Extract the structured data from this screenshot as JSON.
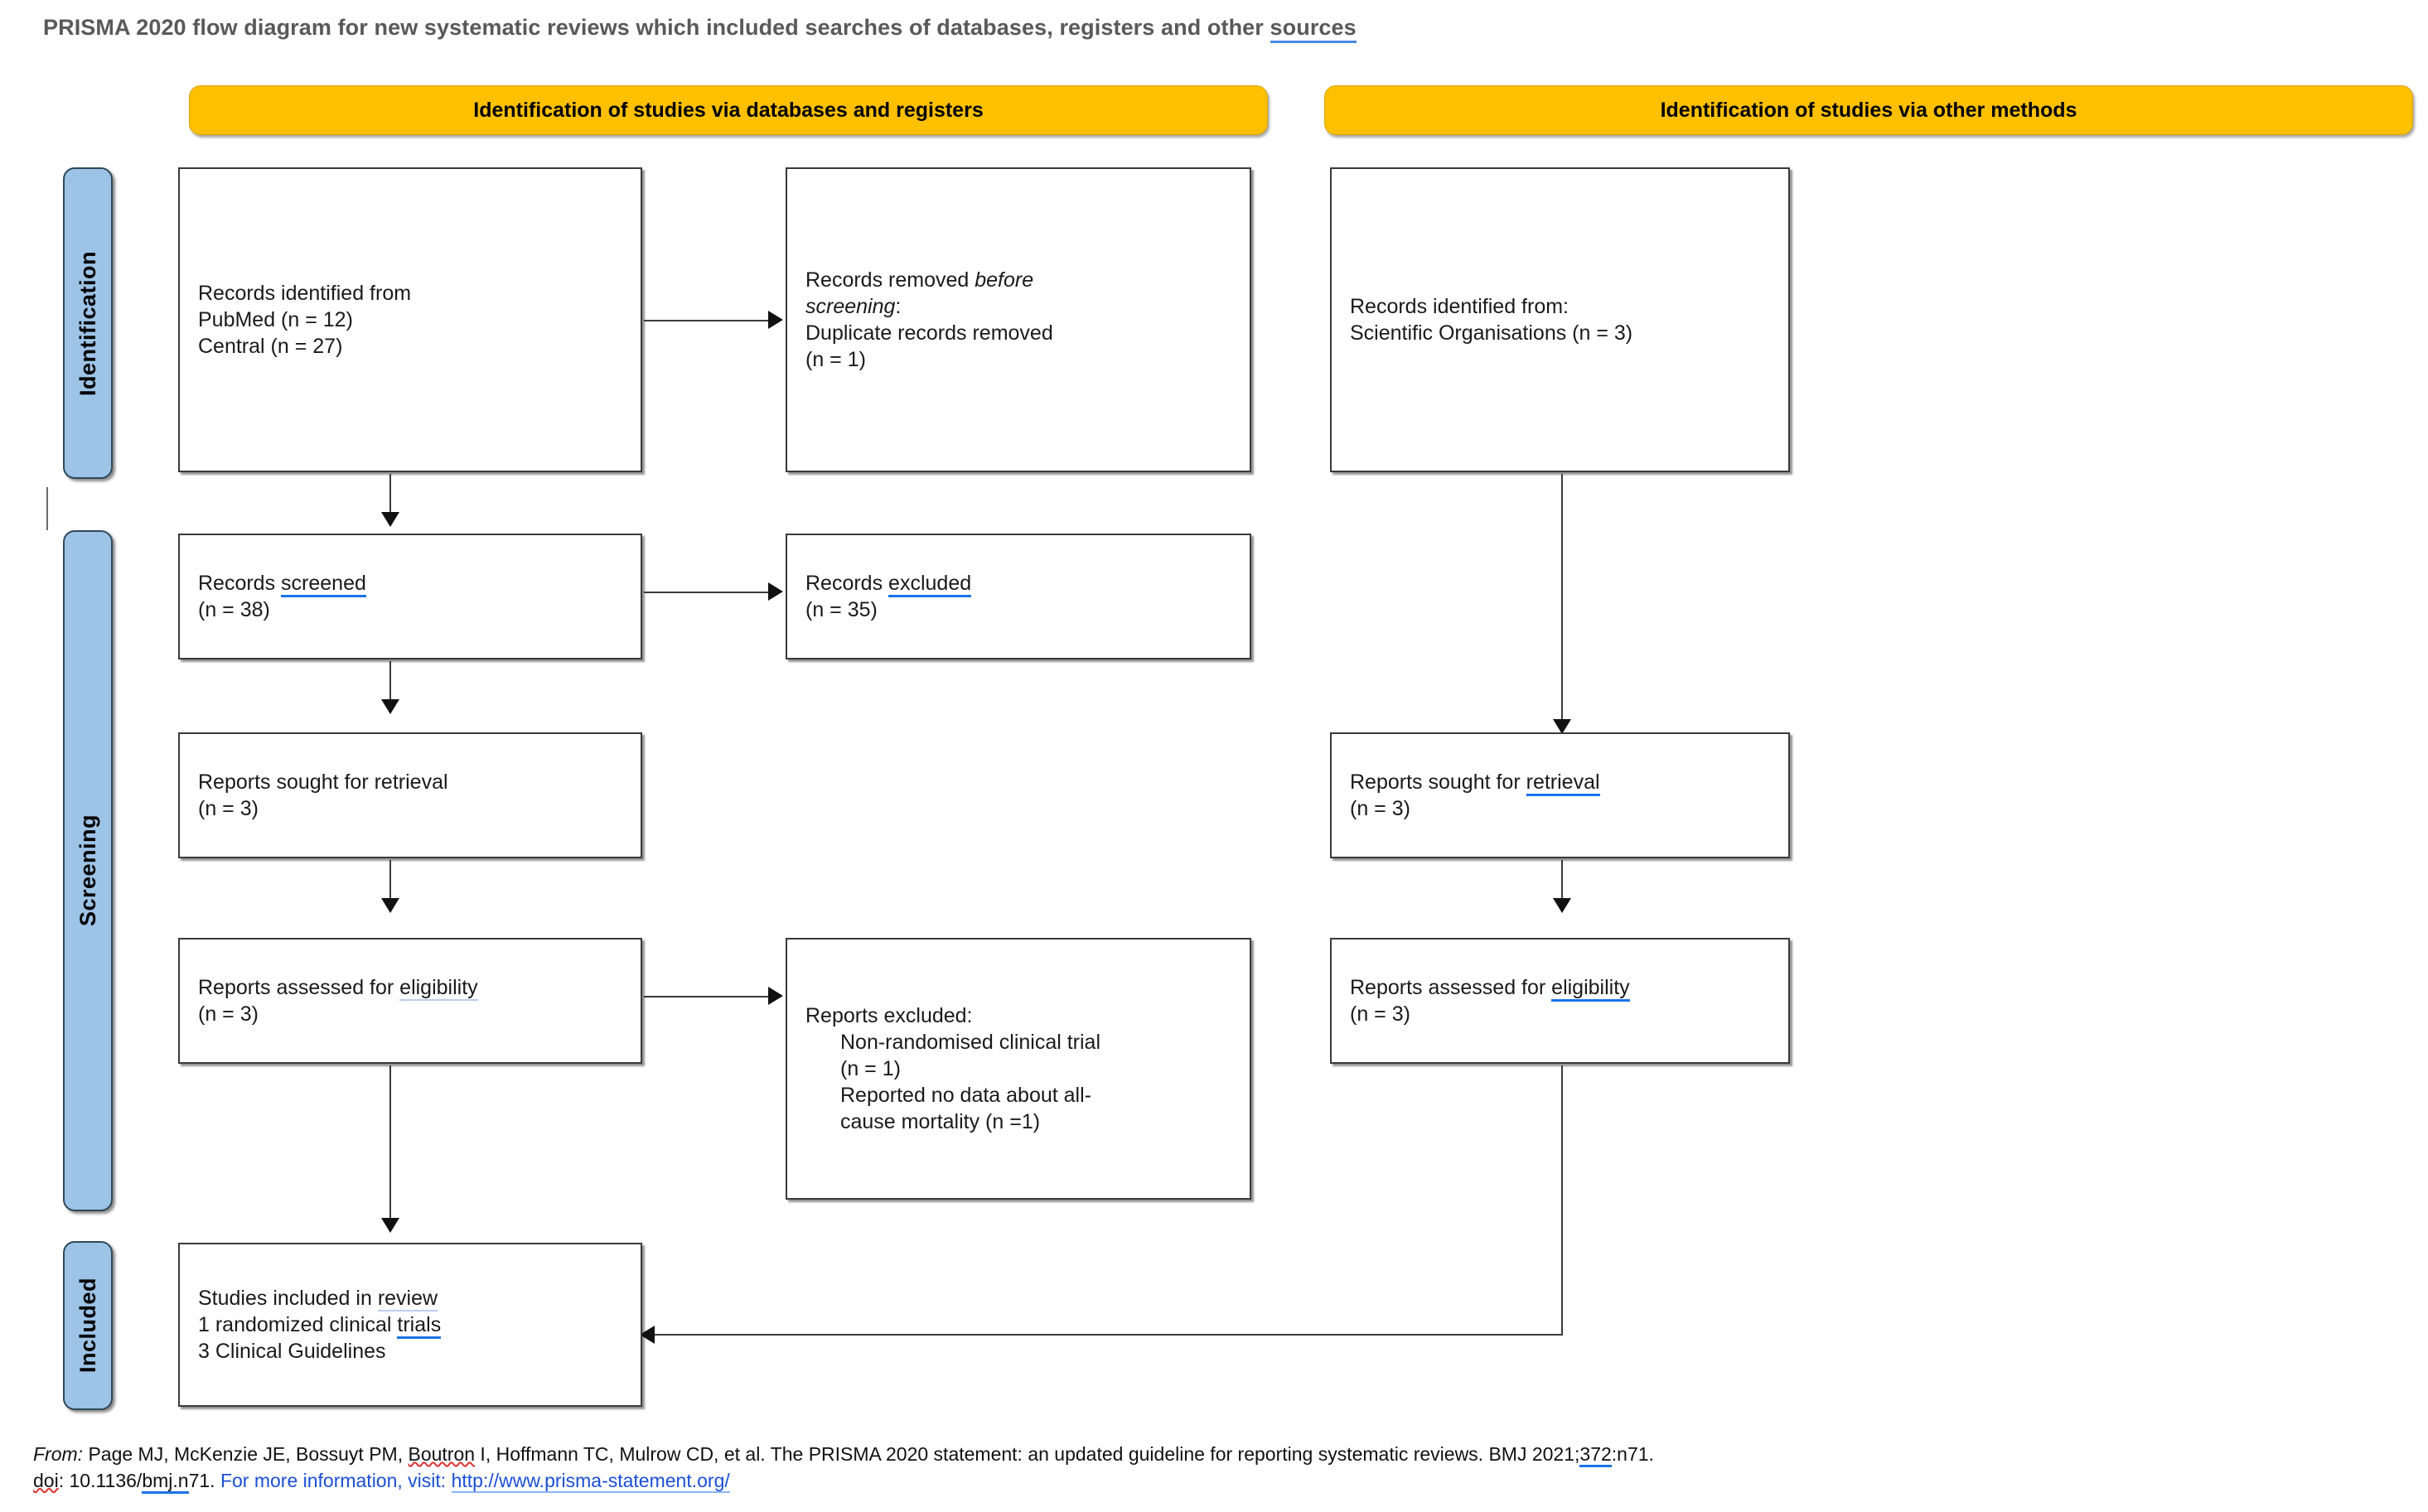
{
  "title": {
    "text_before": "PRISMA 2020 flow diagram for new systematic reviews which included searches of databases, registers and other ",
    "flagged_word": "sources"
  },
  "banners": {
    "left": "Identification of studies via databases and registers",
    "right": "Identification of studies via other methods"
  },
  "rails": [
    {
      "label": "Identification"
    },
    {
      "label": "Screening"
    },
    {
      "label": "Included"
    }
  ],
  "colors": {
    "banner_fill": "#ffc000",
    "rail_fill": "#9dc3e6",
    "box_border": "#3a3a3a",
    "spellcheck_underline": "#1a73e8",
    "link": "#1a4fd6",
    "title_text": "#595959"
  },
  "nodes": {
    "records_identified": {
      "line1": "Records identified from",
      "line2": "PubMed (n = 12)",
      "line3": "Central (n = 27)"
    },
    "records_removed": {
      "line1_plain": "Records removed ",
      "line1_ital": "before",
      "line2_ital": "screening",
      "line2_plain": ":",
      "line3": "Duplicate records removed",
      "line4": "(n = 1)"
    },
    "other_identified": {
      "line1": "Records identified from:",
      "line2": "Scientific Organisations (n = 3)"
    },
    "records_screened": {
      "line1_plain": "Records ",
      "line1_flag": "screened",
      "line2": "(n = 38)"
    },
    "records_excluded": {
      "line1_plain": "Records ",
      "line1_flag": "excluded",
      "line2": "(n = 35)"
    },
    "reports_sought_left": {
      "line1": "Reports sought for retrieval",
      "line2": "(n = 3)"
    },
    "reports_sought_right": {
      "line1_plain": "Reports sought for ",
      "line1_flag": "retrieval",
      "line2": "(n = 3)"
    },
    "reports_assessed_left": {
      "line1_plain": "Reports assessed for ",
      "line1_flag": "eligibility",
      "line2": "(n = 3)"
    },
    "reports_assessed_right": {
      "line1_plain": "Reports assessed for ",
      "line1_flag": "eligibility",
      "line2": "(n = 3)"
    },
    "reports_excluded": {
      "line1": "Reports excluded:",
      "line2": "Non-randomised clinical trial",
      "line3": "(n = 1)",
      "line4": "Reported no data about all-",
      "line5": "cause mortality (n =1)"
    },
    "studies_included": {
      "line1_plain": "Studies included in ",
      "line1_flagfaint": "review",
      "line2_plain": "1 randomized clinical ",
      "line2_flag": "trials",
      "line3": "3 Clinical Guidelines"
    }
  },
  "footer": {
    "from_label": "From:",
    "seg1": "  Page MJ, McKenzie JE, Bossuyt PM, ",
    "flag_boutron": "Boutron",
    "seg2": " I, Hoffmann TC, Mulrow CD, et al. The PRISMA 2020 statement: an updated guideline for reporting systematic reviews. BMJ 2021;",
    "flag_372": "372",
    "seg3": ":n71.",
    "line2_doi_label": "doi",
    "line2_seg1": ": 10.1136/",
    "line2_flag_bmj": "bmj.n",
    "line2_seg2": "71. ",
    "line2_link_text": "For more information, visit: ",
    "line2_url": "http://www.prisma-statement.org/"
  },
  "chart_data": {
    "type": "diagram",
    "flow": "PRISMA 2020",
    "counts": {
      "pubmed": 12,
      "central": 27,
      "duplicates_removed": 1,
      "records_screened": 38,
      "records_excluded": 35,
      "reports_sought_databases": 3,
      "reports_assessed_databases": 3,
      "reports_excluded_non_randomised": 1,
      "reports_excluded_no_mortality_data": 1,
      "other_sources_identified": 3,
      "reports_sought_other": 3,
      "reports_assessed_other": 3,
      "studies_included_rct": 1,
      "studies_included_guidelines": 3
    }
  }
}
